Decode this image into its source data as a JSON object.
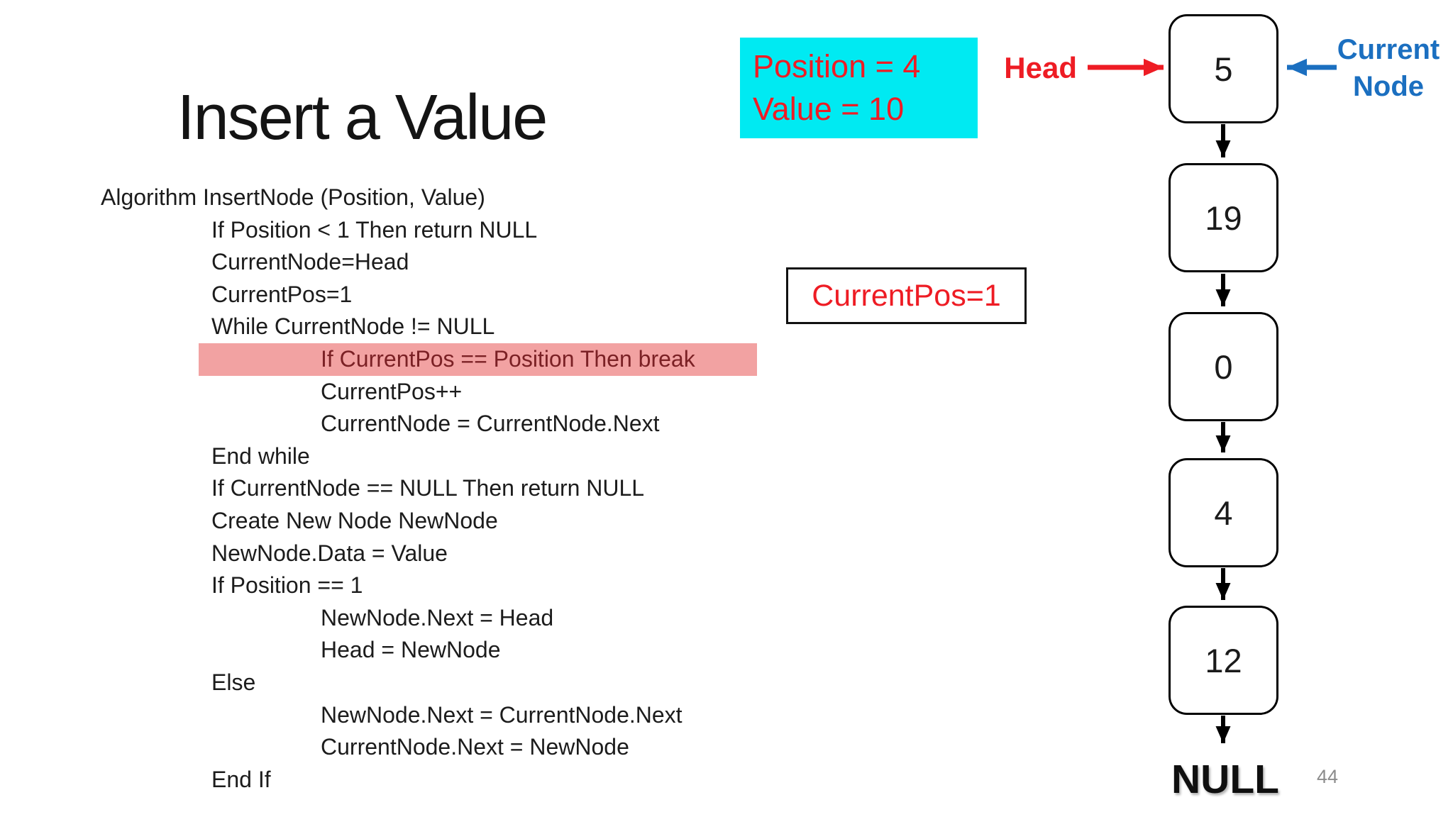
{
  "slide": {
    "title": "Insert a Value",
    "page_number": "44"
  },
  "algorithm": {
    "lines": [
      {
        "text": "Algorithm InsertNode (Position, Value)",
        "indent": 0,
        "highlighted": false
      },
      {
        "text": "If Position < 1 Then return NULL",
        "indent": 1,
        "highlighted": false
      },
      {
        "text": "CurrentNode=Head",
        "indent": 1,
        "highlighted": false
      },
      {
        "text": "CurrentPos=1",
        "indent": 1,
        "highlighted": false
      },
      {
        "text": "While CurrentNode != NULL",
        "indent": 1,
        "highlighted": false
      },
      {
        "text": "If CurrentPos == Position Then break",
        "indent": 2,
        "highlighted": true
      },
      {
        "text": "CurrentPos++",
        "indent": 2,
        "highlighted": false
      },
      {
        "text": "CurrentNode = CurrentNode.Next",
        "indent": 2,
        "highlighted": false
      },
      {
        "text": "End while",
        "indent": 1,
        "highlighted": false
      },
      {
        "text": "If CurrentNode == NULL Then return NULL",
        "indent": 1,
        "highlighted": false
      },
      {
        "text": "Create New Node NewNode",
        "indent": 1,
        "highlighted": false
      },
      {
        "text": "NewNode.Data = Value",
        "indent": 1,
        "highlighted": false
      },
      {
        "text": "If Position == 1",
        "indent": 1,
        "highlighted": false
      },
      {
        "text": "NewNode.Next = Head",
        "indent": 2,
        "highlighted": false
      },
      {
        "text": "Head = NewNode",
        "indent": 2,
        "highlighted": false
      },
      {
        "text": "Else",
        "indent": 1,
        "highlighted": false
      },
      {
        "text": "NewNode.Next = CurrentNode.Next",
        "indent": 2,
        "highlighted": false
      },
      {
        "text": "CurrentNode.Next = NewNode",
        "indent": 2,
        "highlighted": false
      },
      {
        "text": "End If",
        "indent": 1,
        "highlighted": false
      }
    ]
  },
  "callouts": {
    "params_box": {
      "lines": [
        "Position = 4",
        "Value = 10"
      ]
    },
    "currentpos_box": {
      "text": "CurrentPos=1"
    },
    "head_label": {
      "text": "Head"
    },
    "current_node_label": {
      "text": "Current Node"
    }
  },
  "linked_list": {
    "nodes": [
      "5",
      "19",
      "0",
      "4",
      "12"
    ],
    "terminator": "NULL"
  },
  "colors": {
    "highlight_bg": "#f2a2a2",
    "highlight_text": "#7b2125",
    "cyan_box_bg": "#00eaf2",
    "red": "#ee1c24",
    "blue": "#1b6fc0",
    "node_border": "#000000",
    "page_number_gray": "#8c8c8c"
  }
}
